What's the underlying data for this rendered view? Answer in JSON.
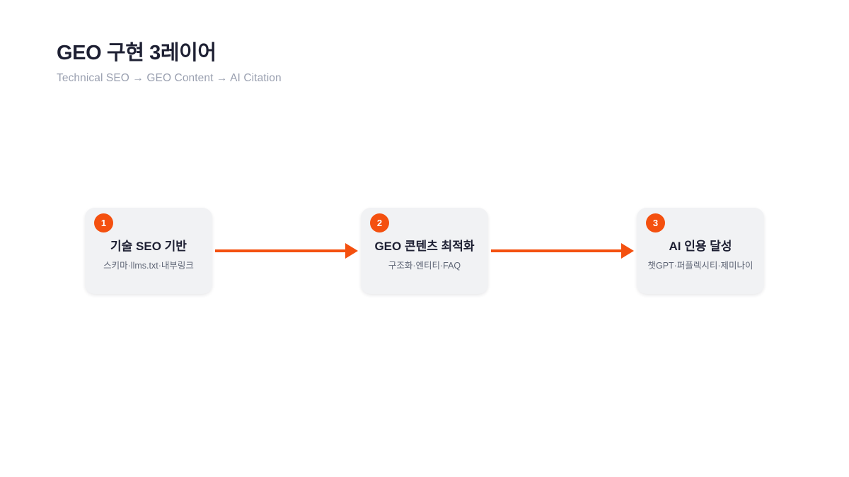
{
  "header": {
    "title": "GEO 구현 3레이어",
    "subtitle": "Technical SEO → GEO Content → AI Citation"
  },
  "colors": {
    "accent": "#F4500F",
    "title_text": "#1E2033",
    "subtitle_text": "#9AA0B0",
    "card_bg": "#F1F2F4",
    "card_sub_text": "#5F6676",
    "page_bg": "#FFFFFF"
  },
  "flow": {
    "steps": [
      {
        "badge": "1",
        "title": "기술 SEO 기반",
        "subtitle": "스키마·llms.txt·내부링크"
      },
      {
        "badge": "2",
        "title": "GEO 콘텐츠 최적화",
        "subtitle": "구조화·엔티티·FAQ"
      },
      {
        "badge": "3",
        "title": "AI 인용 달성",
        "subtitle": "챗GPT·퍼플렉시티·제미나이"
      }
    ],
    "connectors": [
      {
        "icon": "arrow-right-icon"
      },
      {
        "icon": "arrow-right-icon"
      }
    ]
  }
}
